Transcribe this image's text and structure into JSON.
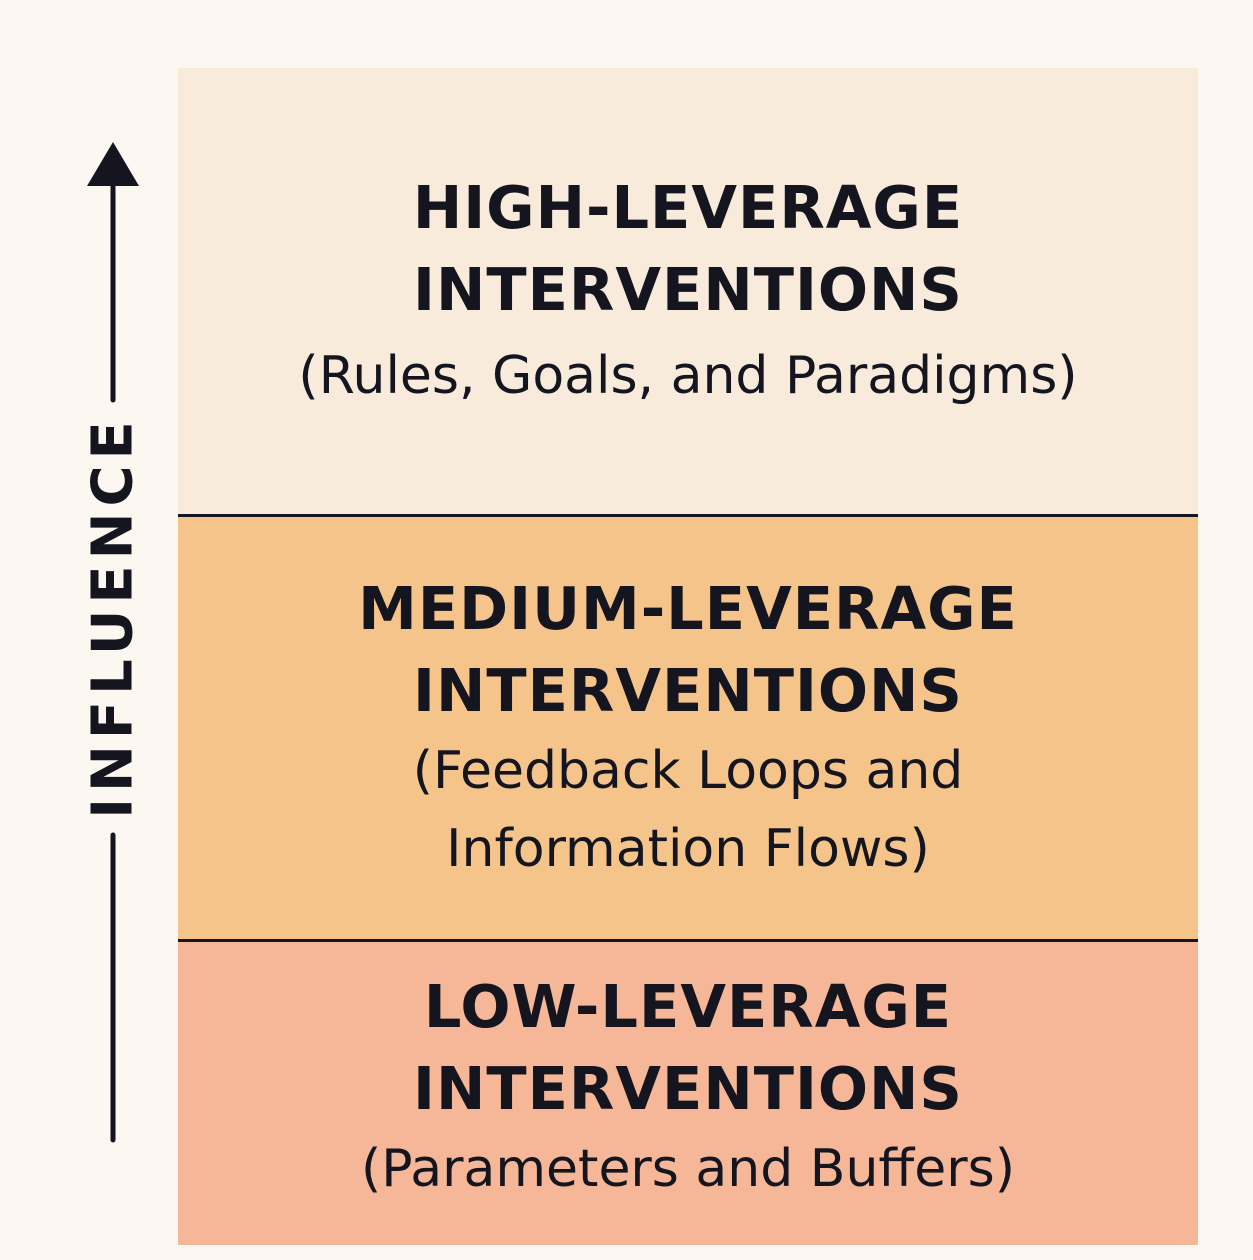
{
  "axis": {
    "label": "INFLUENCE"
  },
  "levels": [
    {
      "heading": "HIGH-LEVERAGE\nINTERVENTIONS",
      "description": "(Rules, Goals, and Paradigms)",
      "color": "#f8ebdc"
    },
    {
      "heading": "MEDIUM-LEVERAGE\nINTERVENTIONS",
      "description": "(Feedback Loops and\nInformation Flows)",
      "color": "#f5c48a"
    },
    {
      "heading": "LOW-LEVERAGE\nINTERVENTIONS",
      "description": "(Parameters and Buffers)",
      "color": "#f5b797"
    }
  ],
  "colors": {
    "ink": "#15151f",
    "background": "#fcf8f1"
  }
}
